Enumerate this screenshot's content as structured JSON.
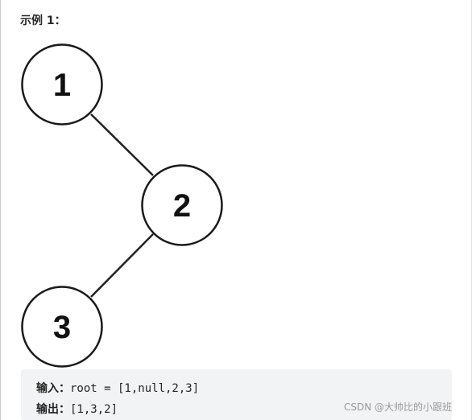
{
  "heading": "示例 1：",
  "tree": {
    "nodes": [
      {
        "id": "n1",
        "label": "1"
      },
      {
        "id": "n2",
        "label": "2"
      },
      {
        "id": "n3",
        "label": "3"
      }
    ],
    "edges": [
      {
        "from": "1",
        "to": "2"
      },
      {
        "from": "2",
        "to": "3"
      }
    ]
  },
  "example": {
    "input_label": "输入：",
    "input_value": "root = [1,null,2,3]",
    "output_label": "输出：",
    "output_value": "[1,3,2]"
  },
  "watermark": "CSDN @大帅比的小跟班"
}
